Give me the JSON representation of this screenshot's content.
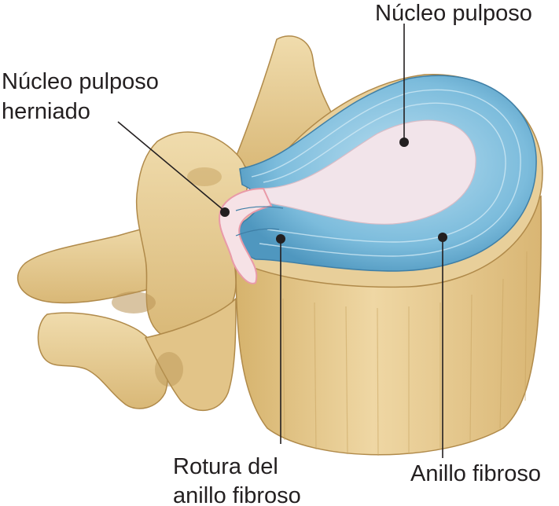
{
  "labels": {
    "nucleus_pulposus": "Núcleo pulposo",
    "herniated_nucleus_line1": "Núcleo pulposo",
    "herniated_nucleus_line2": "herniado",
    "annulus_rupture_line1": "Rotura del",
    "annulus_rupture_line2": "anillo fibroso",
    "annulus_fibrosus": "Anillo fibroso"
  },
  "colors": {
    "bone": "#e8cf9a",
    "bone_shadow": "#c9a865",
    "bone_outline": "#b08a4a",
    "annulus": "#6fb3d6",
    "annulus_light": "#a9d6ec",
    "nucleus": "#f2e4ea",
    "hernia_edge": "#e99aa8",
    "text": "#231f20"
  }
}
